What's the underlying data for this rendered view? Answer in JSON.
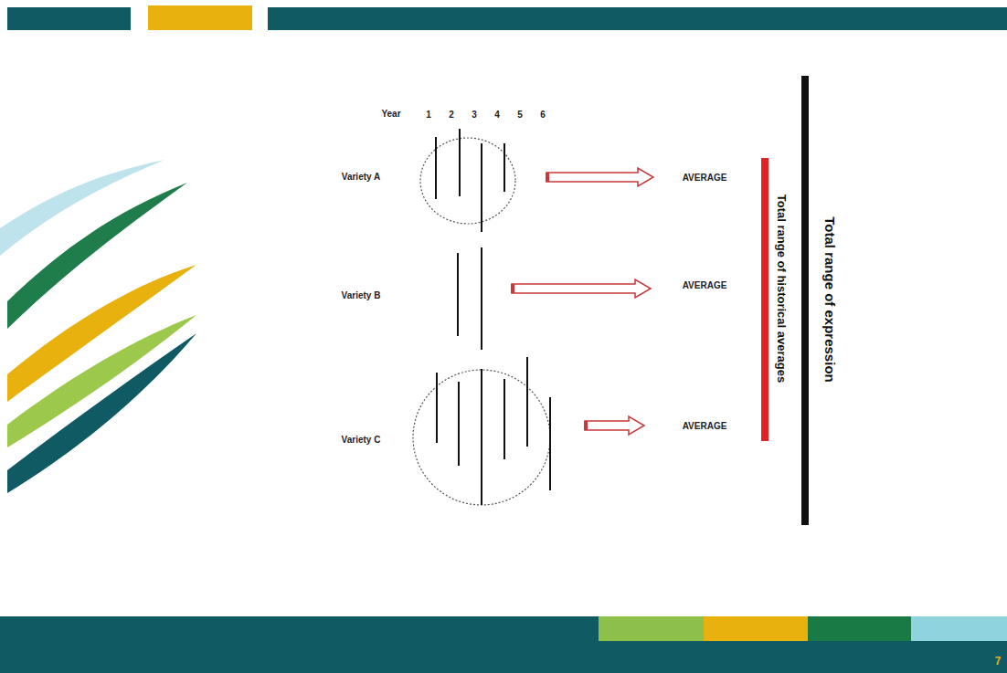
{
  "diagram": {
    "labels": [
      "Year",
      "1",
      "2",
      "3",
      "4",
      "5",
      "6",
      "Variety A",
      "Variety B",
      "Variety C",
      "AVERAGE",
      "AVERAGE",
      "AVERAGE",
      "Total range of historical averages",
      "Total range of expression",
      "7"
    ]
  }
}
